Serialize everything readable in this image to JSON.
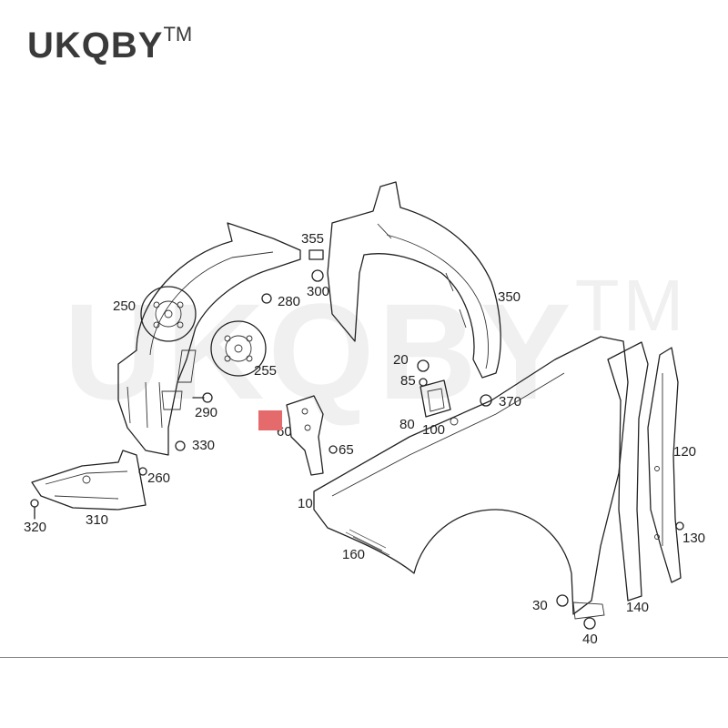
{
  "brand": {
    "name": "UKQBY",
    "mark": "TM"
  },
  "watermark": {
    "name": "UKQBY",
    "mark": "TM"
  },
  "parts": {
    "p10": "10",
    "p20": "20",
    "p30": "30",
    "p40": "40",
    "p60": "60",
    "p65": "65",
    "p80": "80",
    "p85": "85",
    "p100": "100",
    "p120": "120",
    "p130": "130",
    "p140": "140",
    "p160": "160",
    "p250": "250",
    "p255": "255",
    "p260": "260",
    "p280": "280",
    "p290": "290",
    "p300": "300",
    "p310": "310",
    "p320": "320",
    "p330": "330",
    "p350": "350",
    "p355": "355",
    "p370": "370"
  },
  "highlight_color": "#e46a6c"
}
